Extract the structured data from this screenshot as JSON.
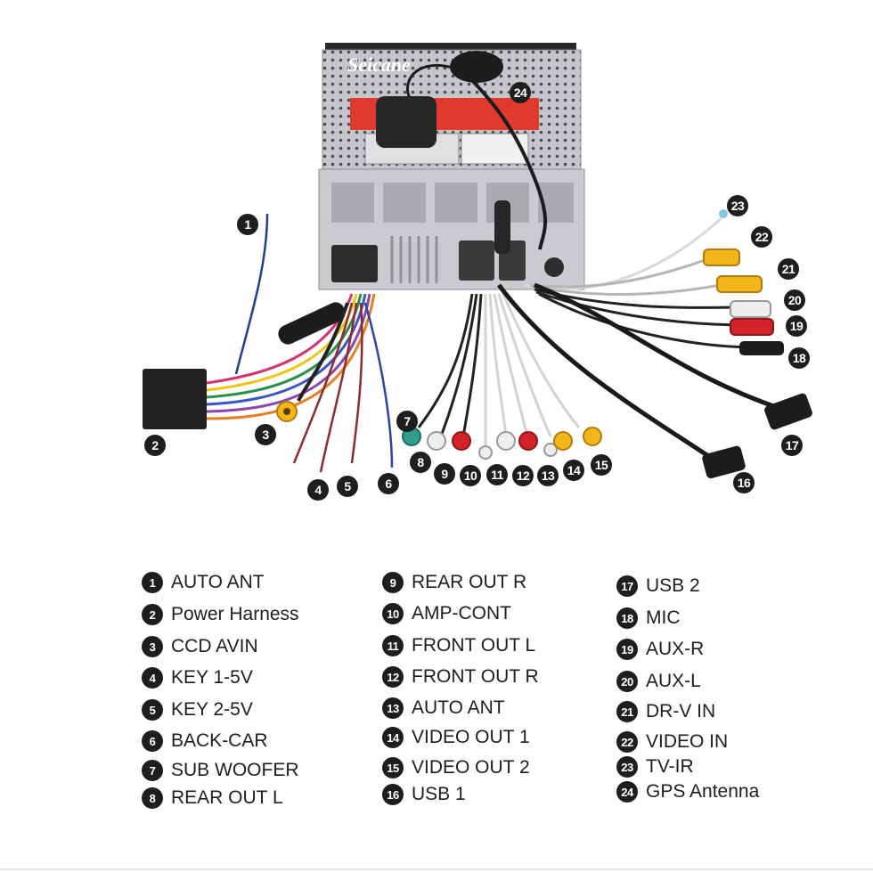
{
  "brand": "Seicane",
  "callouts": [
    "1",
    "2",
    "3",
    "4",
    "5",
    "6",
    "7",
    "8",
    "9",
    "10",
    "11",
    "12",
    "13",
    "14",
    "15",
    "16",
    "17",
    "18",
    "19",
    "20",
    "21",
    "22",
    "23",
    "24"
  ],
  "legend": {
    "col1": [
      {
        "num": "1",
        "label": "AUTO ANT"
      },
      {
        "num": "2",
        "label": "Power Harness"
      },
      {
        "num": "3",
        "label": "CCD AVIN"
      },
      {
        "num": "4",
        "label": "KEY 1-5V"
      },
      {
        "num": "5",
        "label": "KEY 2-5V"
      },
      {
        "num": "6",
        "label": "BACK-CAR"
      },
      {
        "num": "7",
        "label": "SUB WOOFER"
      },
      {
        "num": "8",
        "label": "REAR OUT L"
      }
    ],
    "col2": [
      {
        "num": "9",
        "label": "REAR OUT R"
      },
      {
        "num": "10",
        "label": "AMP-CONT"
      },
      {
        "num": "11",
        "label": "FRONT OUT L"
      },
      {
        "num": "12",
        "label": "FRONT OUT R"
      },
      {
        "num": "13",
        "label": "AUTO ANT"
      },
      {
        "num": "14",
        "label": "VIDEO OUT 1"
      },
      {
        "num": "15",
        "label": "VIDEO OUT 2"
      },
      {
        "num": "16",
        "label": "USB 1"
      }
    ],
    "col3": [
      {
        "num": "17",
        "label": "USB 2"
      },
      {
        "num": "18",
        "label": "MIC"
      },
      {
        "num": "19",
        "label": "AUX-R"
      },
      {
        "num": "20",
        "label": "AUX-L"
      },
      {
        "num": "21",
        "label": "DR-V IN"
      },
      {
        "num": "22",
        "label": "VIDEO IN"
      },
      {
        "num": "23",
        "label": "TV-IR"
      },
      {
        "num": "24",
        "label": "GPS Antenna"
      }
    ]
  },
  "colors": {
    "badge": "#1e1e1e",
    "rca_red": "#d3232a",
    "rca_white": "#eeeeee",
    "rca_yellow": "#f2b51a",
    "rca_green": "#2f9e8f",
    "unit_silver": "#b9bcc0",
    "label_red": "#e03a2c"
  }
}
